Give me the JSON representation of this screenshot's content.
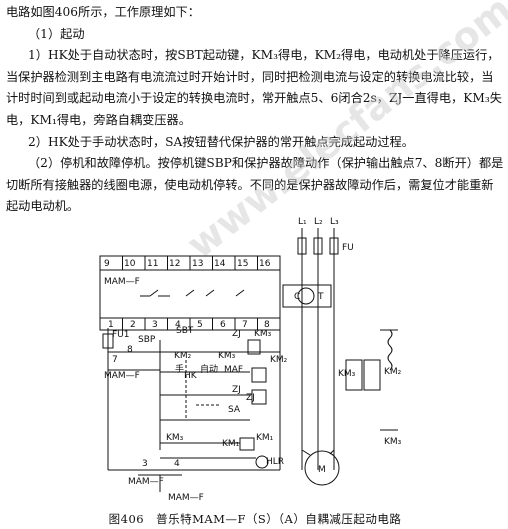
{
  "text": {
    "intro": "电路如图406所示，工作原理如下：",
    "h1": "（1）起动",
    "p1": "1）HK处于自动状态时，按SBT起动键，KM₃得电，KM₂得电，电动机处于降压运行，当保护器检测到主电路有电流流过时开始计时，同时把检测电流与设定的转换电流比较，当计时时间到或起动电流小于设定的转换电流时，常开触点5、6闭合2s，ZJ一直得电，KM₃失电，KM₁得电，旁路自耦变压器。",
    "p2": "2）HK处于手动状态时，SA按钮替代保护器的常开触点完成起动过程。",
    "p3": "（2）停机和故障停机。按停机键SBP和保护器故障动作（保护输出触点7、8断开）都是切断所有接触器的线圈电源，使电动机停转。不同的是保护器故障动作后，需复位才能重新起动电动机。"
  },
  "caption": "图406　普乐特MAM—F（S）（A）自耦减压起动电路",
  "watermark": "www.elecfans.com",
  "diagram": {
    "terminals": [
      "9",
      "10",
      "11",
      "12",
      "13",
      "14",
      "15",
      "16"
    ],
    "terminals_bottom": [
      "1",
      "2",
      "3",
      "4",
      "5",
      "6",
      "7",
      "8"
    ],
    "module": "MAM—F",
    "phases": [
      "L₁",
      "L₂",
      "L₃"
    ],
    "labels": {
      "fu": "FU",
      "fu1": "FU1",
      "sbt": "SBT",
      "sbp": "SBP",
      "km1": "KM₁",
      "km2": "KM₂",
      "km3": "KM₃",
      "zj": "ZJ",
      "hk": "HK",
      "auto": "自动",
      "manual": "手",
      "maf": "MAF",
      "sa": "SA",
      "hlr": "HLR",
      "c": "C",
      "t": "T",
      "motor": "M",
      "mamf_a": "MAM—F",
      "mamf_b": "MAM—F",
      "mamf_c": "MAM—F",
      "n7": "7",
      "n8": "8",
      "n3": "3",
      "n4": "4",
      "n5": "5",
      "n6": "6"
    }
  }
}
